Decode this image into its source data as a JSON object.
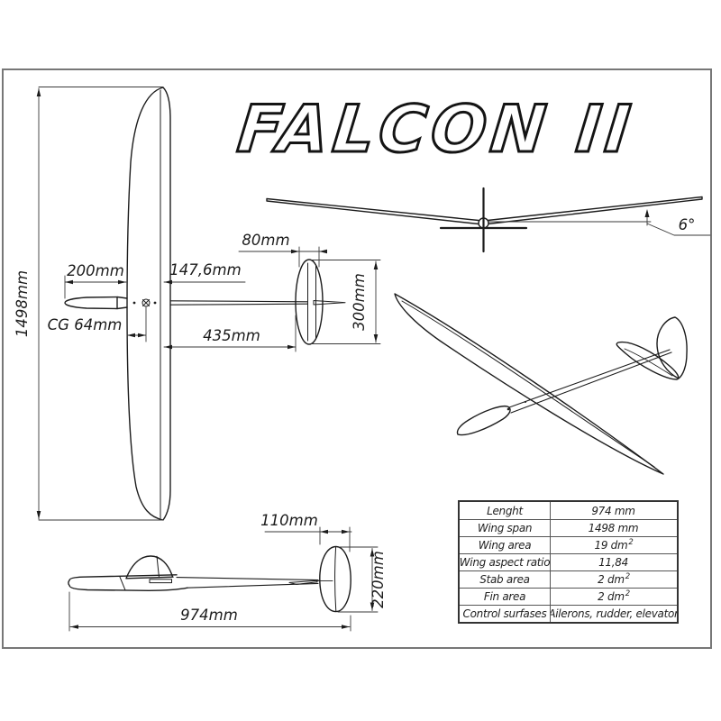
{
  "title": "FALCON II",
  "colors": {
    "background": "#ffffff",
    "line": "#1c1c1c",
    "dimension_line": "#3a3a3a",
    "sheet_border": "#777777"
  },
  "top_view": {
    "wingspan": "1498mm",
    "nose_to_wing": "200mm",
    "root_chord": "147,6mm",
    "cg": "CG 64mm",
    "wing_to_stab": "435mm",
    "stab_chord": "80mm",
    "stab_span": "300mm"
  },
  "front_view": {
    "dihedral_angle": "6°"
  },
  "side_view": {
    "fin_chord": "110mm",
    "fin_height": "220mm",
    "fuselage_length": "974mm"
  },
  "spec_table": {
    "rows": [
      {
        "label": "Lenght",
        "value": "974 mm",
        "sup": ""
      },
      {
        "label": "Wing span",
        "value": "1498 mm",
        "sup": ""
      },
      {
        "label": "Wing area",
        "value": "19 dm",
        "sup": "2"
      },
      {
        "label": "Wing aspect ratio",
        "value": "11,84",
        "sup": ""
      },
      {
        "label": "Stab area",
        "value": "2 dm",
        "sup": "2"
      },
      {
        "label": "Fin area",
        "value": "2 dm",
        "sup": "2"
      },
      {
        "label": "Control surfases",
        "value": "Ailerons, rudder, elevator",
        "sup": ""
      }
    ]
  }
}
